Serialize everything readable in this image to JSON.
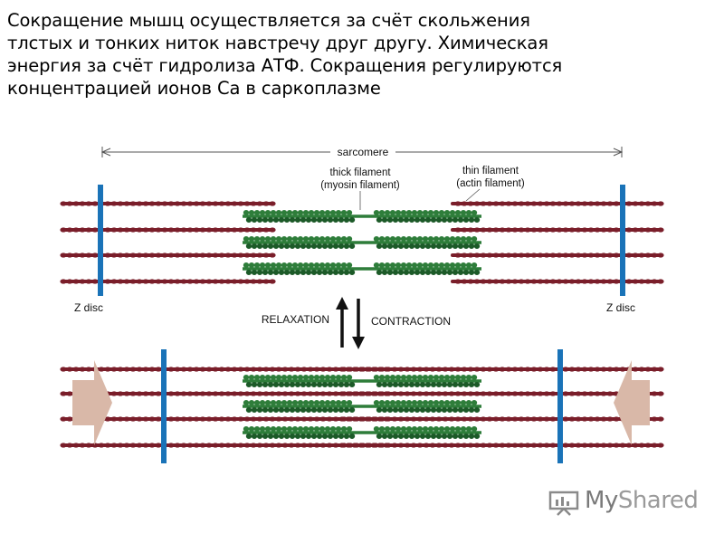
{
  "caption": {
    "lines": [
      "Сокращение мышц осуществляется за счёт скольжения",
      "тлстых и тонких ниток навстречу друг другу. Химическая",
      "энергия за счёт гидролиза АТФ. Сокращения регулируются",
      "концентрацией ионов Са в саркоплазме"
    ]
  },
  "diagram": {
    "sarcomere_label": "sarcomere",
    "thick_filament_label_1": "thick filament",
    "thick_filament_label_2": "(myosin filament)",
    "thin_filament_label_1": "thin filament",
    "thin_filament_label_2": "(actin filament)",
    "z_disc_left": "Z disc",
    "z_disc_right": "Z disc",
    "relaxation_label": "RELAXATION",
    "contraction_label": "CONTRACTION"
  },
  "watermark": {
    "brand_my": "My",
    "brand_shared": "Shared"
  },
  "colors": {
    "actin": "#7a1e2a",
    "myosin": "#2e7d3a",
    "myosin_dark": "#1c5a28",
    "z_disc": "#1a73b8",
    "compression_arrow": "#d9b8a8",
    "text": "#000000"
  }
}
